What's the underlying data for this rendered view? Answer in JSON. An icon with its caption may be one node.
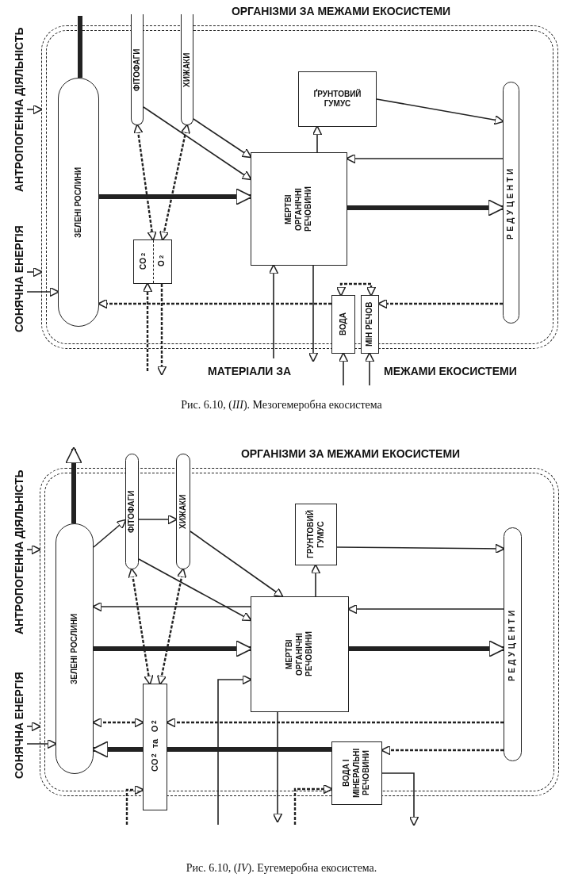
{
  "diagram": {
    "nodes": [
      {
        "text": [],
        "shape": "box"
      },
      {
        "text": [
          "ЗЕЛЕНІ РОСЛИНИ"
        ],
        "in": 0
      },
      {
        "text": [
          "ФІТОФАГИ"
        ]
      },
      {
        "text": [
          "ХИЖАКИ"
        ]
      },
      {
        "text": [
          "CO$_{2}$",
          "O$_{2}$"
        ],
        "in": 0
      },
      {
        "text": [
          "МЕРТВІ ОРГАНІЧНІ РЕЧОВИНИ"
        ],
        "in": 0
      },
      {
        "text": [
          "ҐРУНТОВИЙ ГУМУС"
        ],
        "in": 0
      },
      {
        "text": [
          "РЕДУЦЕНТИ"
        ],
        "in": 0
      },
      {
        "text": [
          "ВОДА"
        ]
      },
      {
        "text": [
          "МІН РЕЧОВ"
        ]
      },
      {
        "text": [
          "АНТРОПОГЕННА ДІЯЛЬНІСТЬ"
        ]
      },
      {
        "text": [
          "СОНЯЧНА ЕНЕРГІЯ"
        ]
      },
      {
        "text": [],
        "shape": "box"
      },
      {
        "text": [
          "ЗЕЛЕНІ РОСЛИНИ"
        ],
        "in": 12
      },
      {
        "text": [
          "ФІТОФАГИ"
        ]
      },
      {
        "text": [
          "ХИЖАКИ"
        ]
      },
      {
        "text": [
          "ГРУНТОВИЙ ГУМУС"
        ],
        "in": 12
      },
      {
        "text": [
          "МЕРТВІ ОРГАНІЧНІ РЕЧОВИНИ"
        ],
        "in": 12
      },
      {
        "text": [
          "РЕДУЦЕНТИ"
        ],
        "in": 12
      },
      {
        "text": [
          "CO$_{2}$ та O$_{2}$"
        ]
      },
      {
        "text": [
          "ВОДА І МІНЕРАЛЬНІ РЕЧОВИНИ"
        ]
      },
      {
        "text": [
          "АНТРОПОГЕННА ДІЯЛЬНІСТЬ"
        ]
      },
      {
        "text": [
          "СОНЯЧНА ЕНЕРГІЯ"
        ]
      }
    ],
    "edges": [
      {
        "from": 10,
        "to": 0,
        "arrow": "to"
      },
      {
        "from": 11,
        "to": 0,
        "arrow": "to"
      },
      {
        "from": 11,
        "to": 1,
        "arrow": "to"
      },
      {
        "from": 1,
        "to": null,
        "arrow": "none",
        "style": "thick"
      },
      {
        "from": 2,
        "to": 5,
        "arrow": "to"
      },
      {
        "from": 3,
        "to": 5,
        "arrow": "to"
      },
      {
        "from": 1,
        "to": 5,
        "arrow": "to",
        "style": "thick"
      },
      {
        "from": 2,
        "to": 4,
        "arrow": "both",
        "style": "dashed"
      },
      {
        "from": 3,
        "to": 4,
        "arrow": "both",
        "style": "dashed"
      },
      {
        "from": 5,
        "to": 6,
        "arrow": "to"
      },
      {
        "from": 6,
        "to": 7,
        "arrow": "to"
      },
      {
        "from": 7,
        "to": 5,
        "arrow": "to"
      },
      {
        "from": 5,
        "to": 7,
        "arrow": "to",
        "style": "thick"
      },
      {
        "from": 7,
        "to": 9,
        "arrow": "to",
        "style": "dashed"
      },
      {
        "from": 8,
        "to": 1,
        "arrow": "to",
        "style": "dashed"
      },
      {
        "from": 8,
        "to": 9,
        "arrow": "both",
        "style": "dashed"
      },
      {
        "from": null,
        "to": 4,
        "arrow": "to",
        "style": "dashed"
      },
      {
        "from": 4,
        "to": null,
        "arrow": "to",
        "style": "dashed"
      },
      {
        "from": null,
        "to": 5,
        "arrow": "to"
      },
      {
        "from": 5,
        "to": null,
        "arrow": "to"
      },
      {
        "from": null,
        "to": 8,
        "arrow": "to"
      },
      {
        "from": null,
        "to": 9,
        "arrow": "to"
      },
      {
        "from": 21,
        "to": 12,
        "arrow": "to"
      },
      {
        "from": 22,
        "to": 12,
        "arrow": "to"
      },
      {
        "from": 22,
        "to": 13,
        "arrow": "to"
      },
      {
        "from": 13,
        "to": null,
        "arrow": "to",
        "style": "thick"
      },
      {
        "from": 13,
        "to": 14,
        "arrow": "to"
      },
      {
        "from": 14,
        "to": 15,
        "arrow": "to"
      },
      {
        "from": 15,
        "to": 17,
        "arrow": "to"
      },
      {
        "from": 14,
        "to": 17,
        "arrow": "to"
      },
      {
        "from": 17,
        "to": 13,
        "arrow": "to"
      },
      {
        "from": 13,
        "to": 17,
        "arrow": "to",
        "style": "thick"
      },
      {
        "from": 14,
        "to": 19,
        "arrow": "both",
        "style": "dashed"
      },
      {
        "from": 15,
        "to": 19,
        "arrow": "both",
        "style": "dashed"
      },
      {
        "from": null,
        "to": 17,
        "arrow": "to"
      },
      {
        "from": 17,
        "to": 16,
        "arrow": "to"
      },
      {
        "from": 16,
        "to": 18,
        "arrow": "to"
      },
      {
        "from": 18,
        "to": 17,
        "arrow": "to"
      },
      {
        "from": 17,
        "to": 18,
        "arrow": "to",
        "style": "thick"
      },
      {
        "from": 13,
        "to": 19,
        "arrow": "both",
        "style": "dashed"
      },
      {
        "from": 18,
        "to": 19,
        "arrow": "to",
        "style": "dashed"
      },
      {
        "from": 20,
        "to": 19,
        "arrow": "none",
        "style": "thick"
      },
      {
        "from": 19,
        "to": 13,
        "arrow": "to",
        "style": "thick"
      },
      {
        "from": 18,
        "to": 20,
        "arrow": "to",
        "style": "dashed"
      },
      {
        "from": null,
        "to": 20,
        "arrow": "to",
        "style": "dashed"
      },
      {
        "from": 20,
        "to": null,
        "arrow": "to"
      },
      {
        "from": 17,
        "to": null,
        "arrow": "to"
      },
      {
        "from": null,
        "to": 19,
        "arrow": "to",
        "style": "dashed"
      }
    ],
    "labels": [
      "ОРГАНІЗМИ ЗА МЕЖАМИ ЕКОСИСТЕМИ",
      "МАТЕРІАЛИ ЗА",
      "МЕЖАМИ ЕКОСИСТЕМИ",
      "Рис. 6.10, (*III*). Мезогемеробна екосистема",
      "ОРГАНІЗМИ ЗА МЕЖАМИ ЕКОСИСТЕМИ",
      "Рис. 6.10, (*IV*). Еугемеробна екосистема."
    ]
  }
}
